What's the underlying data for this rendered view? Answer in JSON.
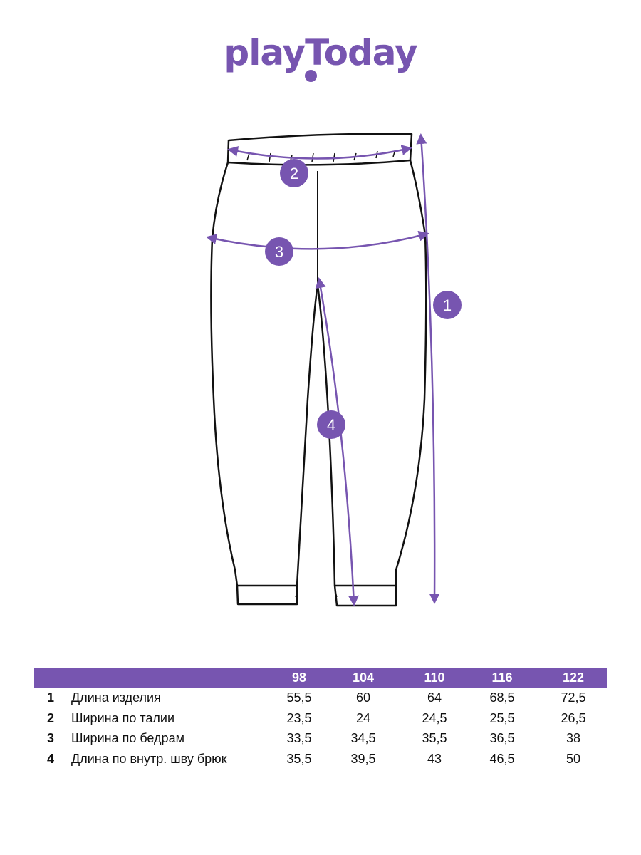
{
  "brand": {
    "logo": "playToday",
    "color": "#7755b0"
  },
  "diagram": {
    "markers": [
      "1",
      "2",
      "3",
      "4"
    ]
  },
  "table": {
    "sizes": [
      "98",
      "104",
      "110",
      "116",
      "122"
    ],
    "rows": [
      {
        "num": "1",
        "label": "Длина изделия",
        "values": [
          "55,5",
          "60",
          "64",
          "68,5",
          "72,5"
        ]
      },
      {
        "num": "2",
        "label": "Ширина по талии",
        "values": [
          "23,5",
          "24",
          "24,5",
          "25,5",
          "26,5"
        ]
      },
      {
        "num": "3",
        "label": "Ширина по бедрам",
        "values": [
          "33,5",
          "34,5",
          "35,5",
          "36,5",
          "38"
        ]
      },
      {
        "num": "4",
        "label": "Длина по внутр. шву брюк",
        "values": [
          "35,5",
          "39,5",
          "43",
          "46,5",
          "50"
        ]
      }
    ]
  }
}
